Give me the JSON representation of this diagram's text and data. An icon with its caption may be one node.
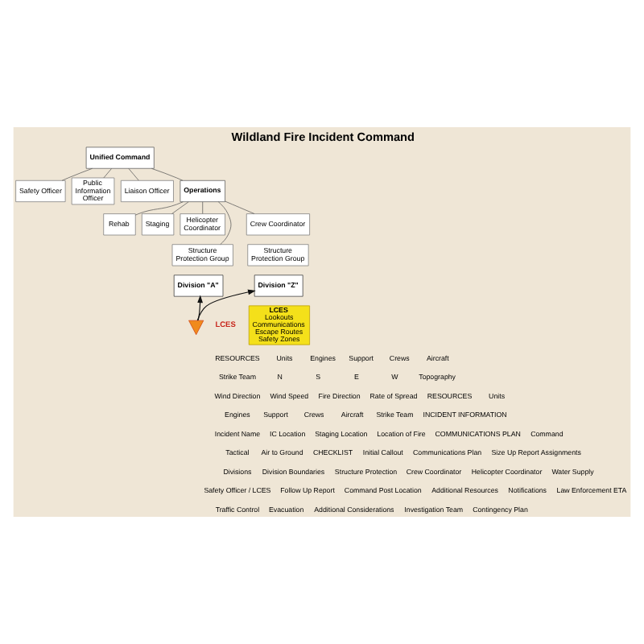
{
  "diagram": {
    "title": "Wildland Fire Incident Command",
    "nodes": [
      {
        "text": [
          "Unified Command"
        ]
      },
      {
        "text": [
          "Safety Officer"
        ]
      },
      {
        "text": [
          "Public Information Officer"
        ]
      },
      {
        "text": [
          "Liaison Officer"
        ]
      },
      {
        "text": [
          "Rehab"
        ]
      },
      {
        "text": [
          "Staging"
        ]
      },
      {
        "text": [
          "Operations"
        ]
      },
      {
        "text": [
          "Helicopter Coordinator"
        ]
      },
      {
        "text": [
          "Crew Coordinator"
        ]
      },
      {
        "text": [
          "Structure Protection Group"
        ]
      },
      {
        "text": [
          "Structure Protection Group"
        ]
      },
      {
        "text": [
          "Division \"A\""
        ]
      },
      {
        "text": [
          "Division \"Z\""
        ]
      },
      {
        "text": [],
        "shape": "picture",
        "beside": [
          "LCES"
        ]
      },
      {
        "text": [
          "LCES",
          "Lookouts Communications Escape Routes Safety Zones"
        ]
      }
    ],
    "edges": [
      {
        "from": 0,
        "to": 1,
        "arrow": "none"
      },
      {
        "from": 0,
        "to": 2,
        "arrow": "none"
      },
      {
        "from": 0,
        "to": 3,
        "arrow": "none"
      },
      {
        "from": 0,
        "to": 6,
        "arrow": "none"
      },
      {
        "from": 6,
        "to": 4,
        "arrow": "none"
      },
      {
        "from": 6,
        "to": 5,
        "arrow": "none"
      },
      {
        "from": 6,
        "to": 7,
        "arrow": "none"
      },
      {
        "from": 6,
        "to": 8,
        "arrow": "none"
      },
      {
        "from": 6,
        "to": 9,
        "arrow": "none"
      },
      {
        "from": 13,
        "to": 11,
        "arrow": "to"
      },
      {
        "from": 13,
        "to": 12,
        "arrow": "to"
      }
    ],
    "labels": [
      "RESOURCES",
      "Units",
      "Engines",
      "Support",
      "Crews",
      "Aircraft",
      "Strike Team",
      "N",
      "S",
      "E",
      "W",
      "Topography",
      "Wind Direction",
      "Wind Speed",
      "Fire Direction",
      "Rate of Spread",
      "RESOURCES",
      "Units",
      "Engines",
      "Support",
      "Crews",
      "Aircraft",
      "Strike Team",
      "INCIDENT INFORMATION",
      "Incident Name",
      "IC Location",
      "Staging Location",
      "Location of Fire",
      "COMMUNICATIONS PLAN",
      "Command",
      "Tactical",
      "Air to Ground",
      "CHECKLIST",
      "Initial Callout",
      "Communications Plan",
      "Size Up Report Assignments",
      "Divisions",
      "Division Boundaries",
      "Structure Protection",
      "Crew Coordinator",
      "Helicopter Coordinator",
      "Water Supply",
      "Safety Officer / LCES",
      "Follow Up Report",
      "Command Post Location",
      "Additional Resources",
      "Notifications",
      "Law Enforcement ETA",
      "Traffic Control",
      "Evacuation",
      "Additional Considerations",
      "Investigation Team",
      "Contingency Plan"
    ]
  }
}
